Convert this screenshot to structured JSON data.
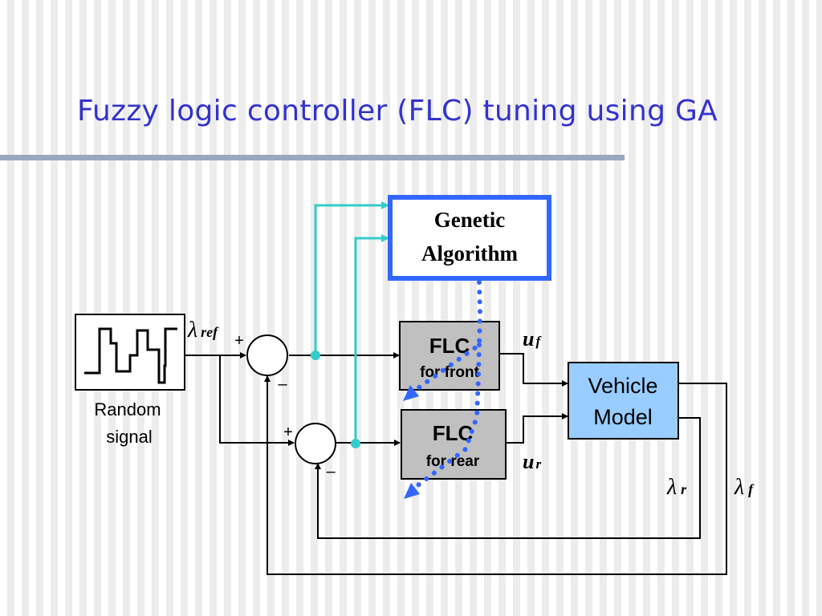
{
  "title": "Fuzzy logic controller (FLC) tuning using GA",
  "blocks": {
    "genetic_algorithm": {
      "line1": "Genetic",
      "line2": "Algorithm"
    },
    "flc_front": {
      "title": "FLC",
      "subtitle": "for front"
    },
    "flc_rear": {
      "title": "FLC",
      "subtitle": "for rear"
    },
    "vehicle_model": {
      "line1": "Vehicle",
      "line2": "Model"
    },
    "random_signal": {
      "line1": "Random",
      "line2": "signal"
    }
  },
  "signals": {
    "lambda_ref": {
      "symbol": "λ",
      "sub": "ref"
    },
    "u_front": {
      "symbol": "u",
      "sub": "f"
    },
    "u_rear": {
      "symbol": "u",
      "sub": "r"
    },
    "lambda_r": {
      "symbol": "λ",
      "sub": "r"
    },
    "lambda_f": {
      "symbol": "λ",
      "sub": "f"
    }
  },
  "junction_signs": {
    "top_plus": "+",
    "top_minus": "–",
    "bottom_plus": "+",
    "bottom_minus": "–"
  },
  "colors": {
    "title": "#3333cc",
    "ga_border": "#3366ff",
    "ga_feed": "#33cccc",
    "tuning_dots": "#3366ff",
    "flc_fill": "#c0c0c0",
    "vehicle_fill": "#99ccff"
  }
}
